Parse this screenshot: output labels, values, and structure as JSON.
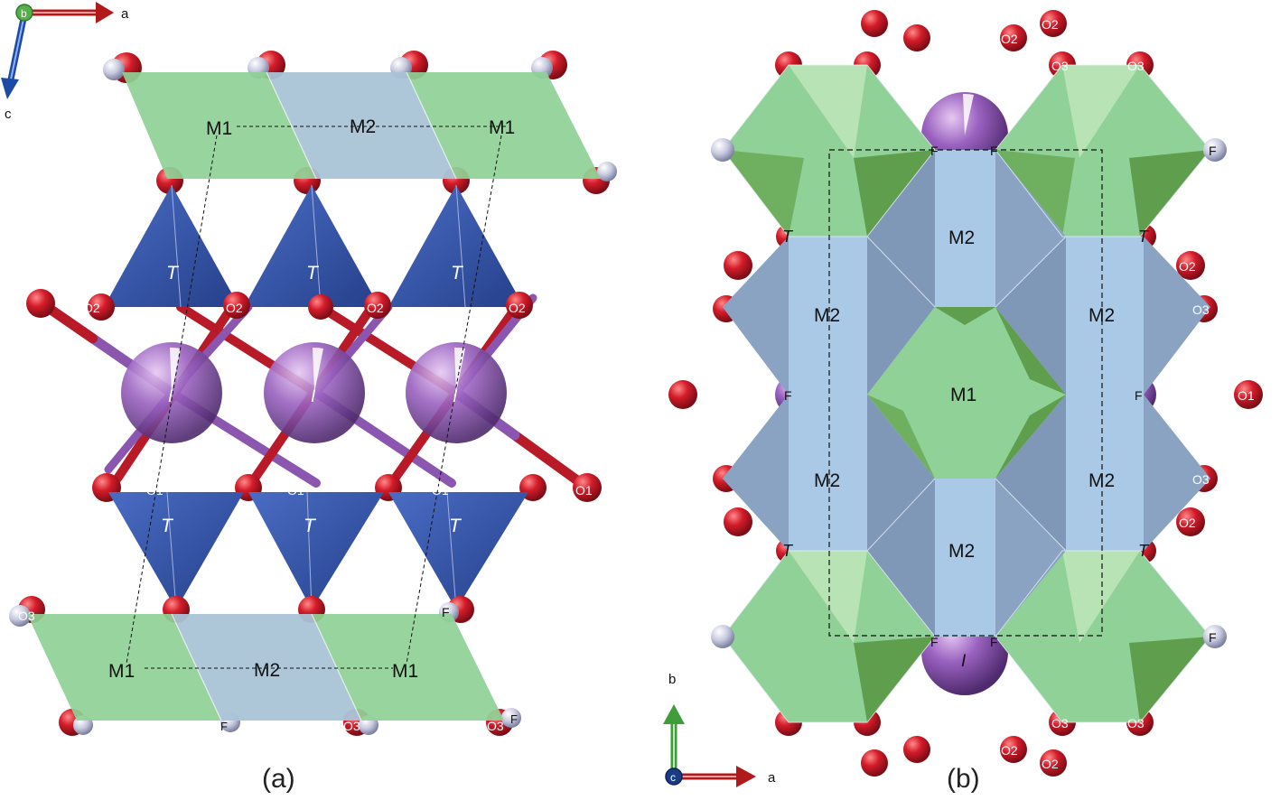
{
  "panel_a": {
    "caption": "(a)",
    "axes": {
      "b": "b",
      "a": "a",
      "c": "c"
    },
    "labels": {
      "m1": "M1",
      "m2": "M2",
      "t": "T",
      "i": "I",
      "o1": "O1",
      "o2": "O2",
      "o3": "O3",
      "f": "F"
    }
  },
  "panel_b": {
    "caption": "(b)",
    "axes": {
      "b": "b",
      "c": "c",
      "a": "a"
    },
    "labels": {
      "m1": "M1",
      "m2": "M2",
      "t": "T",
      "i": "I",
      "o1": "O1",
      "o2": "O2",
      "o3": "O3",
      "f": "F"
    }
  },
  "colors": {
    "m1_green": "#8fd196",
    "m2_blue": "#a9c9e6",
    "tetra_blue": "#3554a8",
    "oxygen_red": "#cc1a28",
    "fluorine_gray": "#c8cbe0",
    "iodine_purple": "#8a56b0"
  }
}
